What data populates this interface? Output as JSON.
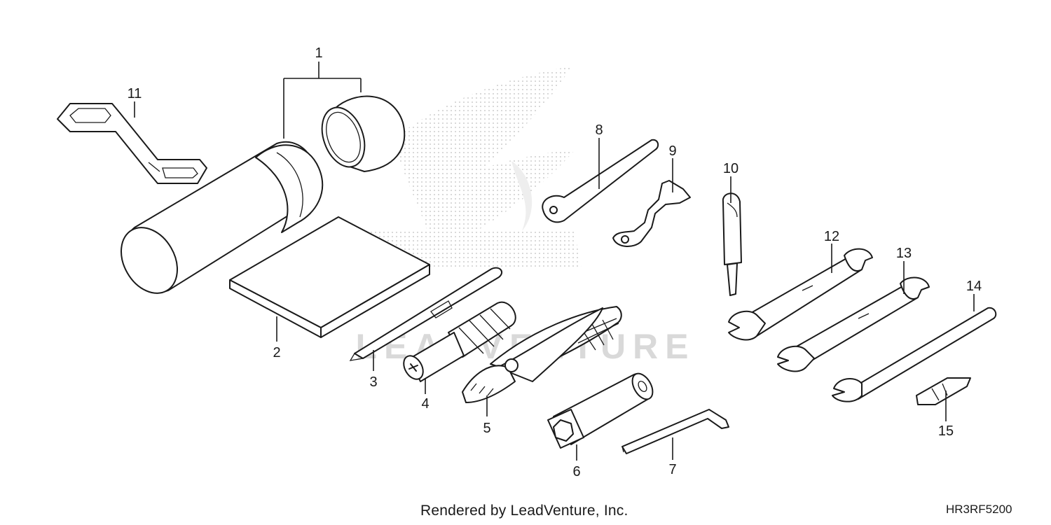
{
  "diagram": {
    "callouts": [
      {
        "id": "1",
        "label": "1"
      },
      {
        "id": "2",
        "label": "2"
      },
      {
        "id": "3",
        "label": "3"
      },
      {
        "id": "4",
        "label": "4"
      },
      {
        "id": "5",
        "label": "5"
      },
      {
        "id": "6",
        "label": "6"
      },
      {
        "id": "7",
        "label": "7"
      },
      {
        "id": "8",
        "label": "8"
      },
      {
        "id": "9",
        "label": "9"
      },
      {
        "id": "10",
        "label": "10"
      },
      {
        "id": "11",
        "label": "11"
      },
      {
        "id": "12",
        "label": "12"
      },
      {
        "id": "13",
        "label": "13"
      },
      {
        "id": "14",
        "label": "14"
      },
      {
        "id": "15",
        "label": "15"
      }
    ],
    "watermark": "LEADVENTURE"
  },
  "footer": {
    "credit": "Rendered by LeadVenture, Inc.",
    "diagram_code": "HR3RF5200"
  },
  "colors": {
    "line": "#1a1a1a",
    "background": "#ffffff",
    "watermark": "#d9d9d9"
  }
}
